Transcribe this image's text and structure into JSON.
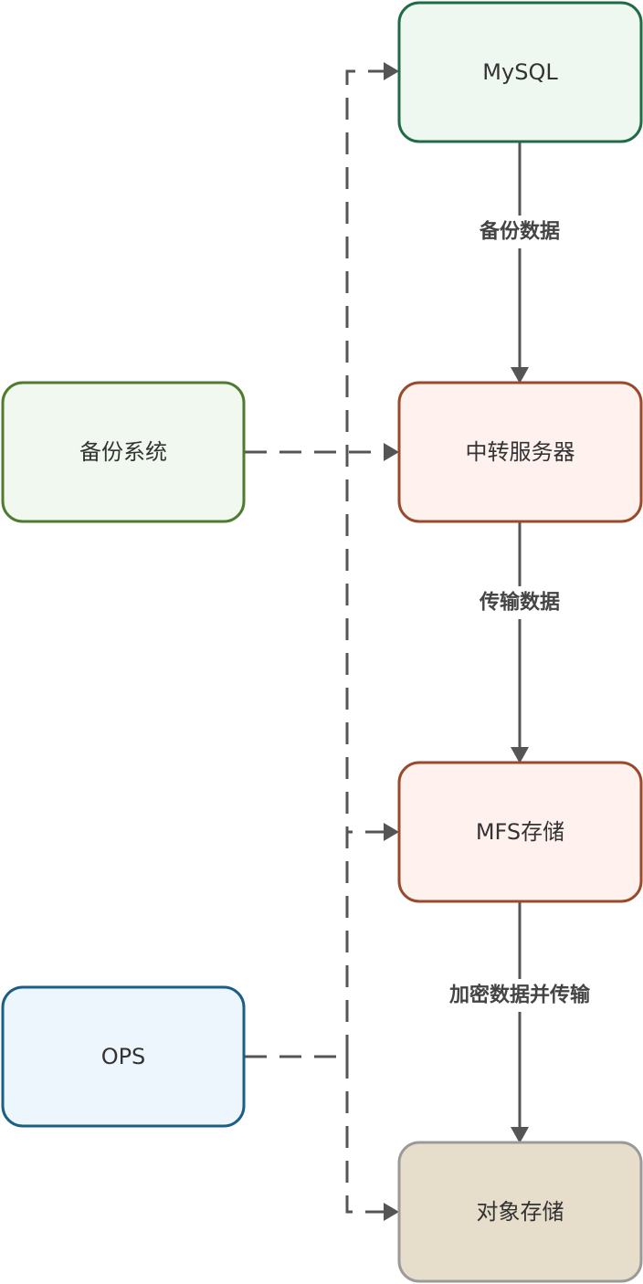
{
  "nodes": {
    "mysql": {
      "label": "MySQL",
      "fill": "#eef7f0",
      "stroke": "#1e6b45"
    },
    "relay": {
      "label": "中转服务器",
      "fill": "#fff2ee",
      "stroke": "#9a4a2b"
    },
    "mfs": {
      "label": "MFS存储",
      "fill": "#fff2ee",
      "stroke": "#9a4a2b"
    },
    "object_storage": {
      "label": "对象存储",
      "fill": "#e6ddcb",
      "stroke": "#9a9a9a"
    },
    "backup_system": {
      "label": "备份系统",
      "fill": "#f1f8ef",
      "stroke": "#4f7b2f"
    },
    "ops": {
      "label": "OPS",
      "fill": "#edf5fd",
      "stroke": "#1b5e86"
    }
  },
  "edges": {
    "mysql_to_relay": {
      "label": "备份数据"
    },
    "relay_to_mfs": {
      "label": "传输数据"
    },
    "mfs_to_object": {
      "label": "加密数据并传输"
    }
  },
  "colors": {
    "edge": "#555555"
  }
}
